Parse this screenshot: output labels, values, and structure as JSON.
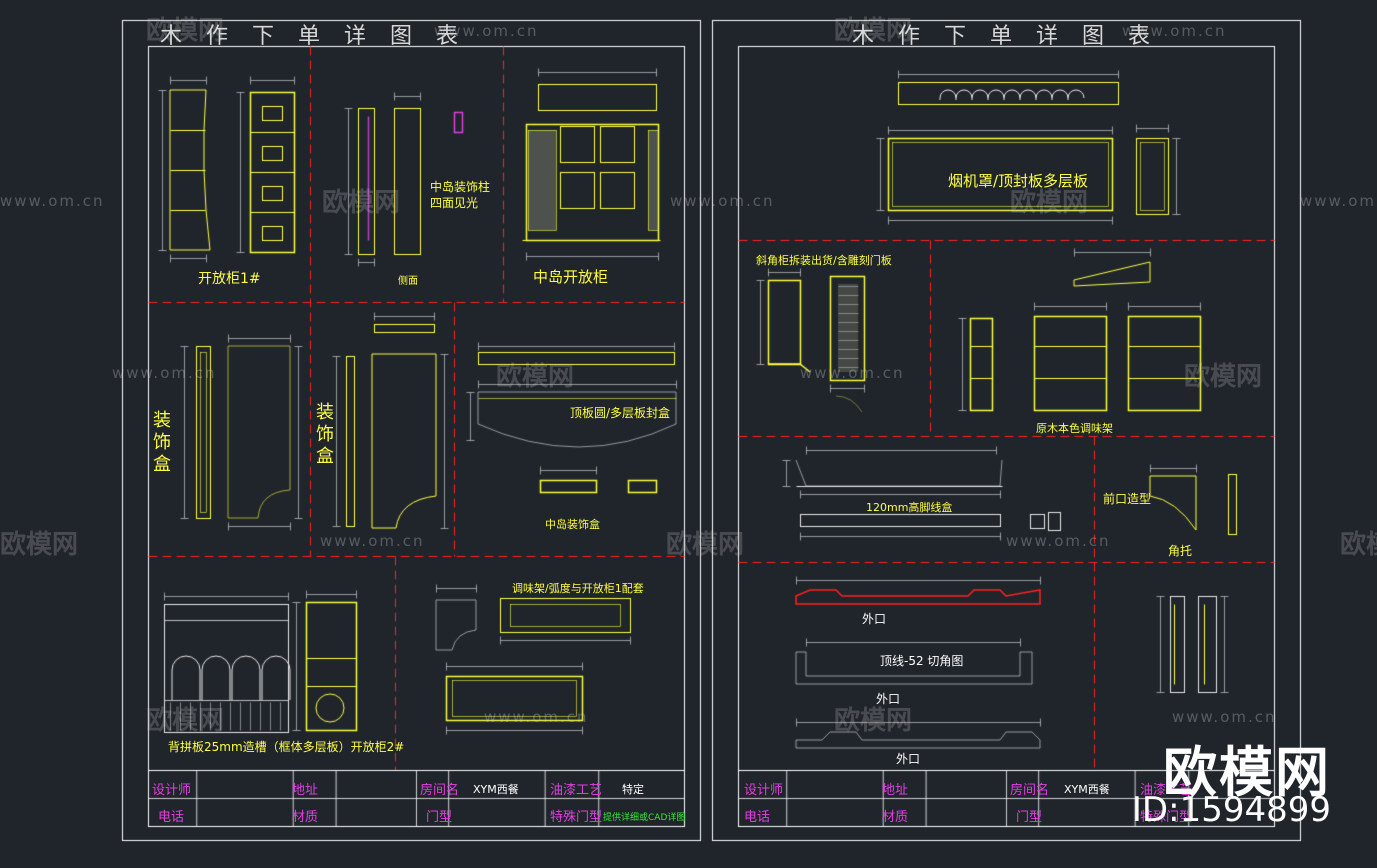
{
  "sheets": [
    {
      "title": "木作下单详图表"
    },
    {
      "title": "木作下单详图表"
    }
  ],
  "left_labels": {
    "cab1": "开放柜1#",
    "column": "中岛装饰柱",
    "column2": "四面见光",
    "side": "侧面",
    "island": "中岛开放柜",
    "deco1a": "装",
    "deco1b": "饰",
    "deco1c": "盒",
    "deco2a": "装",
    "deco2b": "饰",
    "deco2c": "盒",
    "ceiling": "顶板圆/多层板封盒",
    "island_box": "中岛装饰盒",
    "bottom": "背拼板25mm造槽（框体多层板）开放柜2#",
    "rack": "调味架/弧度与开放柜1配套"
  },
  "right_labels": {
    "hood": "烟机罩/顶封板多层板",
    "corner": "斜角柜拆装出货/含雕刻门板",
    "spice": "原木本色调味架",
    "line120": "120mm高脚线盒",
    "front": "前口造型",
    "bracket": "角托",
    "outer1": "外口",
    "outer2": "外口",
    "outer3": "外口",
    "top_line": "顶线-52  切角图"
  },
  "title_block": {
    "designer": "设计师",
    "address": "地址",
    "room": "房间名",
    "room_value": "XYM西餐",
    "paint": "油漆工艺",
    "paint_value": "特定",
    "phone": "电话",
    "material": "材质",
    "door": "门型",
    "special_door": "特殊门型",
    "note": "提供详细或CAD详图"
  },
  "watermark": {
    "brand_cn": "欧模网",
    "url": "www.om.cn",
    "id": "ID:1594899"
  },
  "colors": {
    "background": "#1f252b",
    "frame": "#ffffff",
    "geometry": "#ffff40",
    "dimension": "#e8e8e8",
    "divider": "#ff2020",
    "title_block_label": "#e040e0"
  }
}
